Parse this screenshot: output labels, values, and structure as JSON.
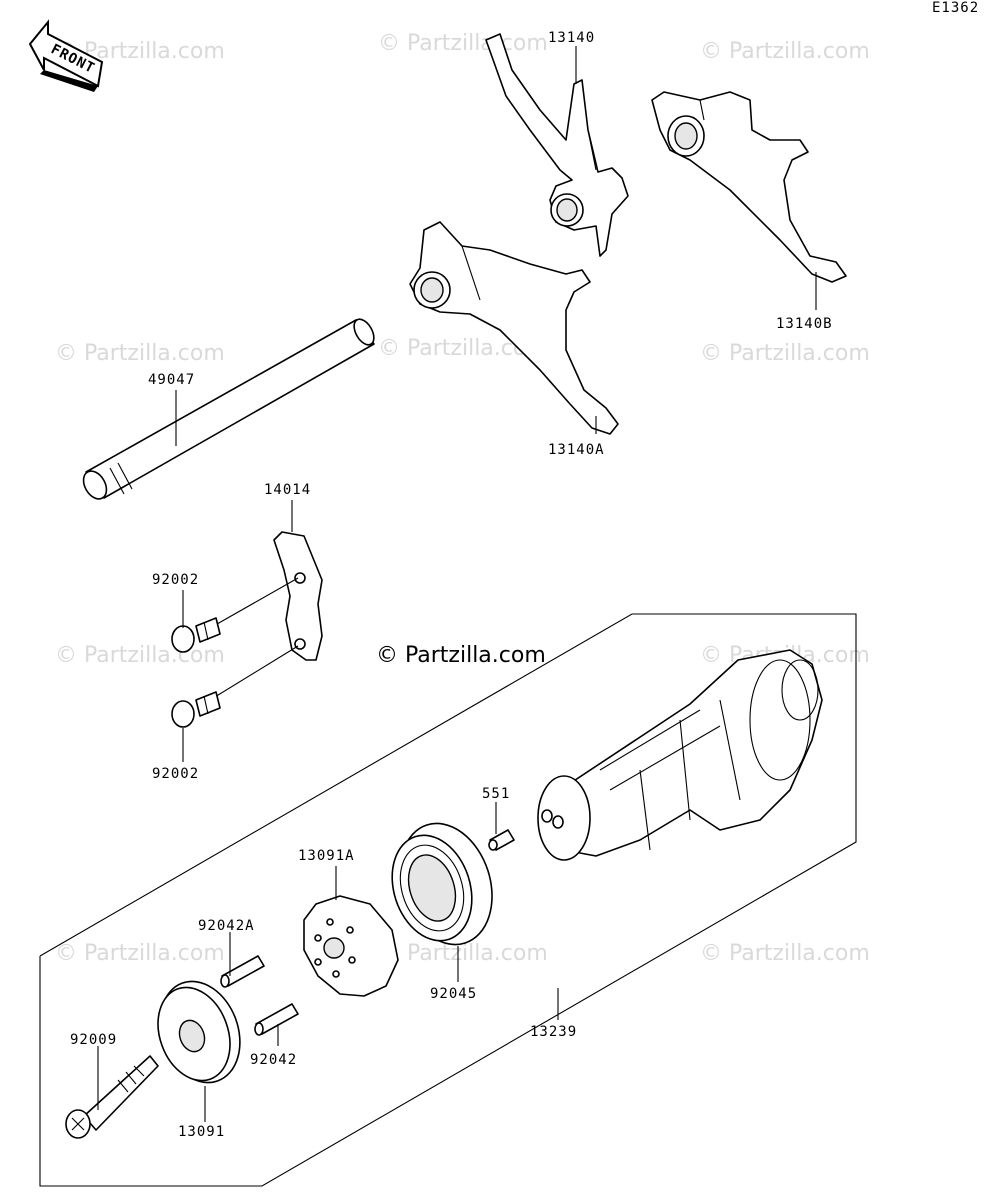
{
  "diagram_code": "E1362",
  "front_label": "FRONT",
  "watermark": "© Partzilla.com",
  "center_watermark": "© Partzilla.com",
  "parts": {
    "p13140": "13140",
    "p13140B": "13140B",
    "p13140A": "13140A",
    "p49047": "49047",
    "p14014": "14014",
    "p92002_top": "92002",
    "p92002_bottom": "92002",
    "p551": "551",
    "p13091A": "13091A",
    "p92042A": "92042A",
    "p92045": "92045",
    "p13239": "13239",
    "p92009": "92009",
    "p92042": "92042",
    "p13091": "13091"
  }
}
